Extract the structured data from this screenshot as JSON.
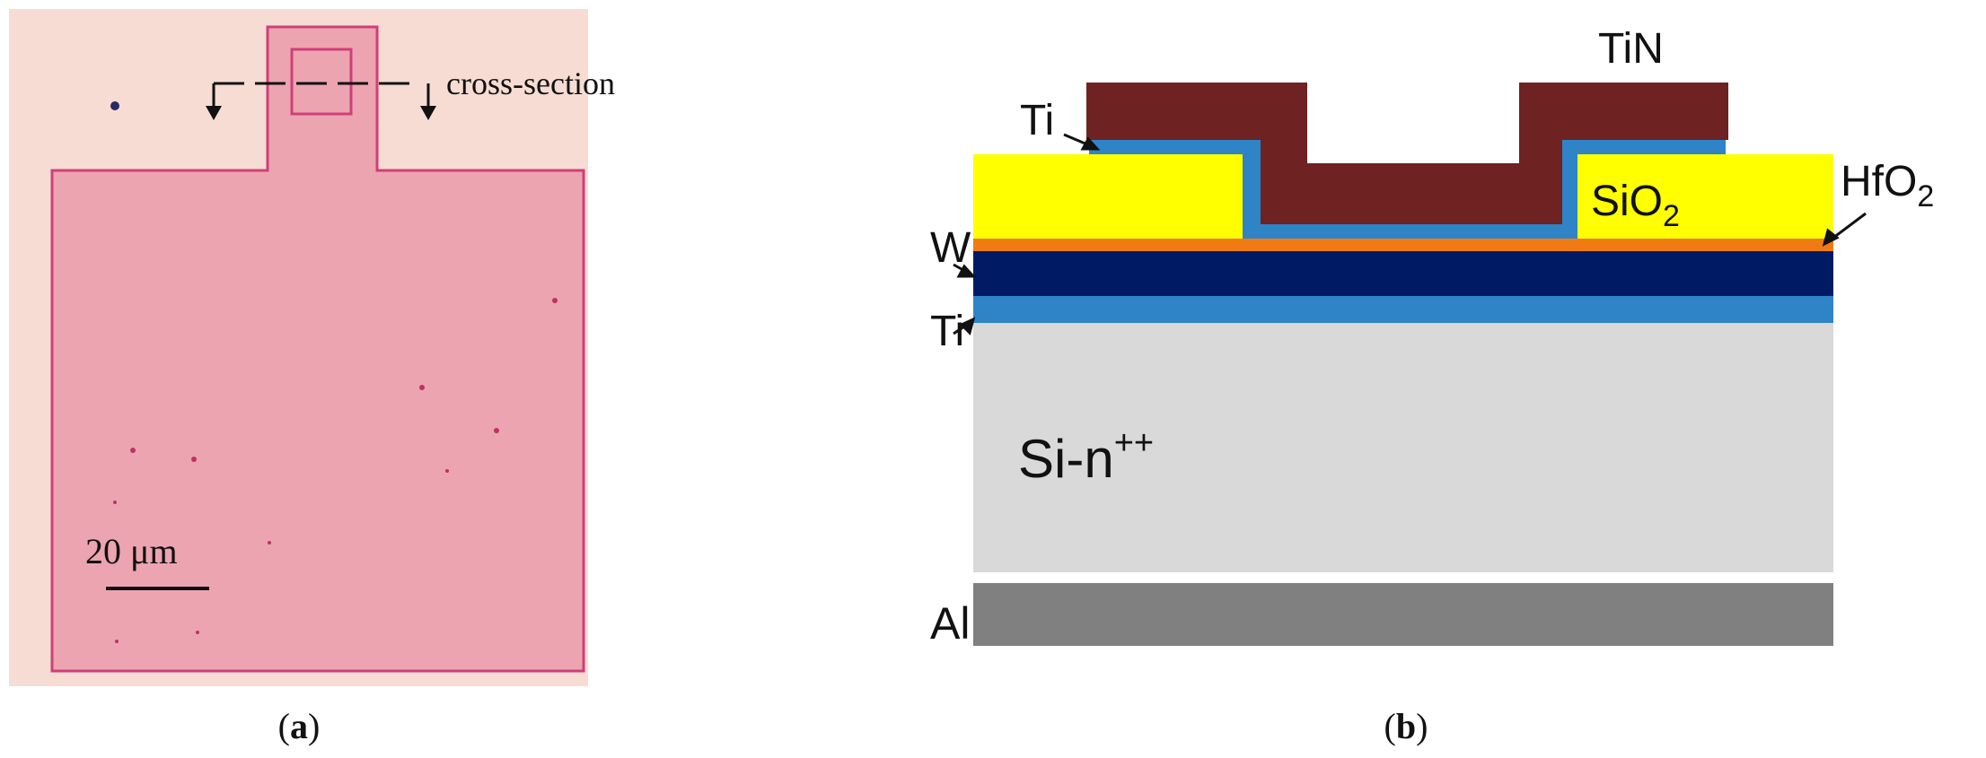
{
  "panel_a": {
    "annotation": "cross-section",
    "scale_bar_label": "20 μm",
    "caption": {
      "open": "(",
      "letter": "a",
      "close": ")"
    },
    "colors": {
      "background": "#f6dcd3",
      "pad_fill": "#eca4b1",
      "pad_edge": "#cf3f79",
      "defect": "#c0306a"
    }
  },
  "panel_b": {
    "labels": {
      "tin": "TiN",
      "ti_top": "Ti",
      "sio2": "SiO",
      "sio2_sub": "2",
      "hfo2": "HfO",
      "hfo2_sub": "2",
      "w": "W",
      "ti_bottom": "Ti",
      "si_base": "Si-n",
      "si_sup": "++",
      "al": "Al"
    },
    "caption": {
      "open": "(",
      "letter": "b",
      "close": ")"
    },
    "colors": {
      "tin": "#6e2222",
      "ti": "#2f84c8",
      "sio2": "#ffff00",
      "hfo2": "#f07a14",
      "w": "#001a63",
      "si": "#d9d9d9",
      "al": "#808080"
    }
  }
}
